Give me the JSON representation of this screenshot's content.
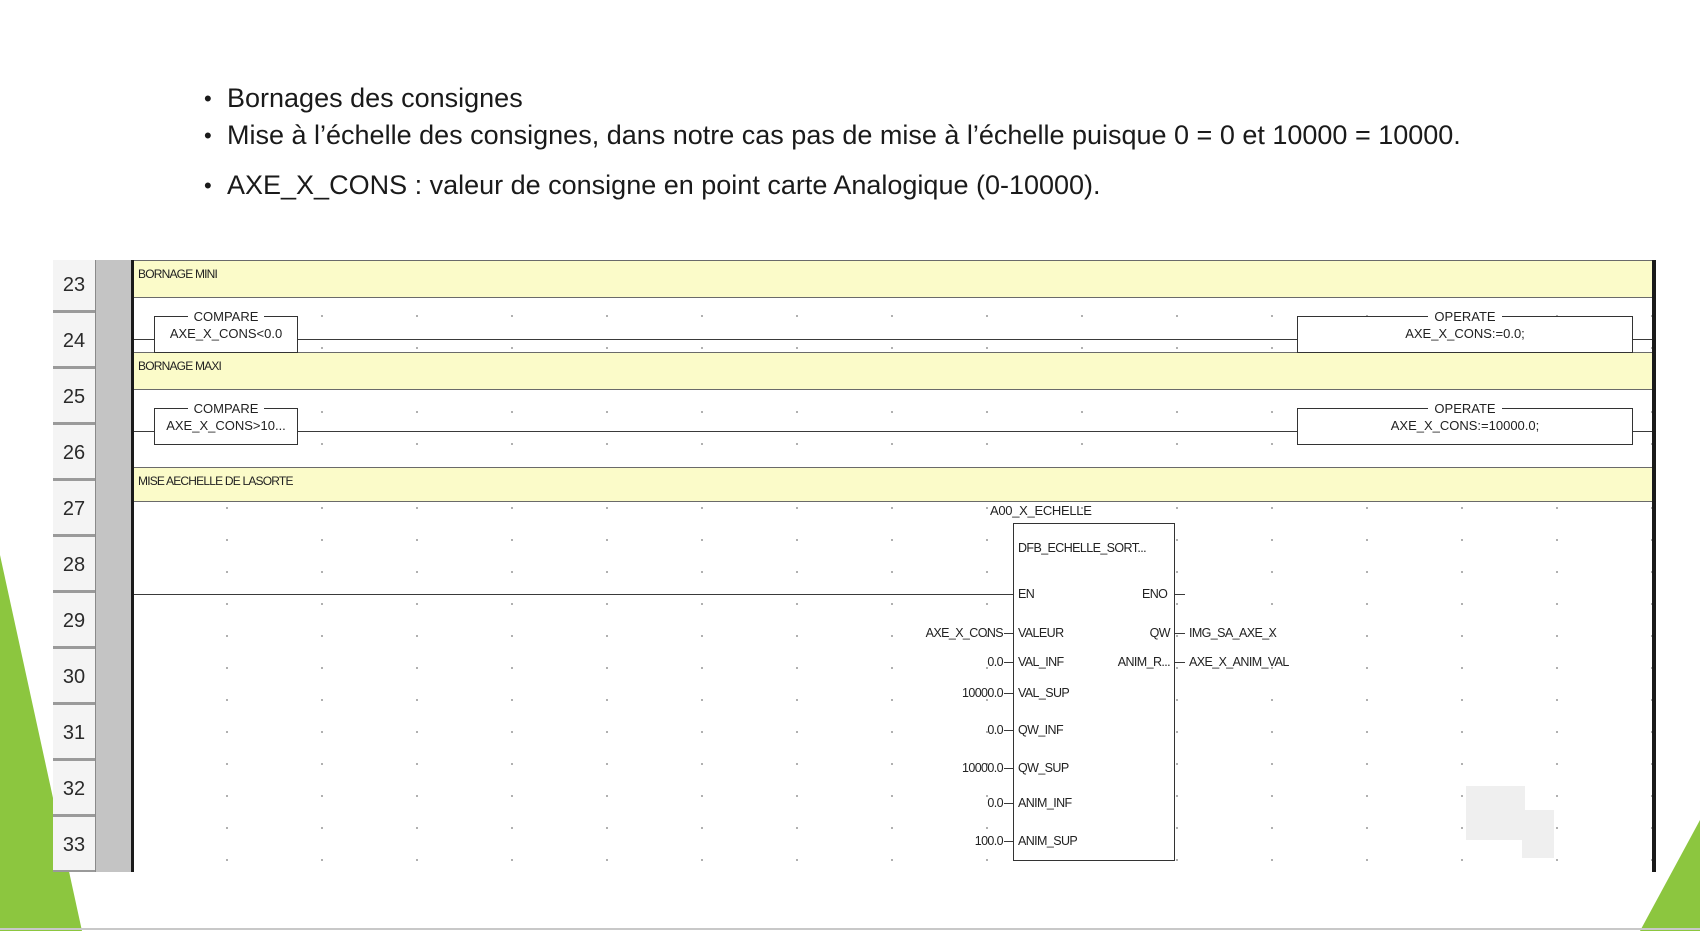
{
  "slide": {
    "bullets": [
      "Bornages des consignes",
      "Mise à l’échelle des consignes, dans notre cas pas de mise à l’échelle puisque 0 = 0 et 10000 = 10000.",
      "AXE_X_CONS : valeur de consigne en point carte Analogique (0-10000)."
    ],
    "accent_color": "#8cc63f"
  },
  "ladder": {
    "row_numbers": [
      "23",
      "24",
      "25",
      "26",
      "27",
      "28",
      "29",
      "30",
      "31",
      "32",
      "33"
    ],
    "comments": [
      "BORNAGE MINI",
      "BORNAGE MAXI",
      "MISE AECHELLE DE LASORTE"
    ],
    "comment_color": "#fbfbc9",
    "rung24": {
      "compare_title": "COMPARE",
      "compare_expr": "AXE_X_CONS<0.0",
      "operate_title": "OPERATE",
      "operate_expr": "AXE_X_CONS:=0.0;"
    },
    "rung25": {
      "compare_title": "COMPARE",
      "compare_expr": "AXE_X_CONS>10...",
      "operate_title": "OPERATE",
      "operate_expr": "AXE_X_CONS:=10000.0;"
    },
    "fb": {
      "instance": "A00_X_ECHELLE",
      "type": "DFB_ECHELLE_SORT...",
      "en": "EN",
      "eno": "ENO",
      "inputs": [
        {
          "pin": "VALEUR",
          "value": "AXE_X_CONS"
        },
        {
          "pin": "VAL_INF",
          "value": "0.0"
        },
        {
          "pin": "VAL_SUP",
          "value": "10000.0"
        },
        {
          "pin": "QW_INF",
          "value": "0.0"
        },
        {
          "pin": "QW_SUP",
          "value": "10000.0"
        },
        {
          "pin": "ANIM_INF",
          "value": "0.0"
        },
        {
          "pin": "ANIM_SUP",
          "value": "100.0"
        }
      ],
      "outputs": [
        {
          "pin": "QW",
          "value": "IMG_SA_AXE_X"
        },
        {
          "pin": "ANIM_R...",
          "value": "AXE_X_ANIM_VAL"
        }
      ]
    }
  }
}
